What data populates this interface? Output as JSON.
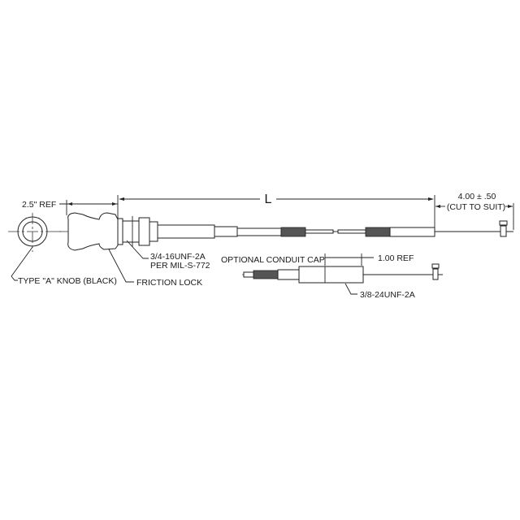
{
  "labels": {
    "knob_ref": "2.5\" REF",
    "length": "L",
    "tolerance": "4.00 ± .50",
    "cut_to_suit": "(CUT TO SUIT)",
    "thread_main": "3/4-16UNF-2A",
    "thread_spec": "PER MIL-S-772",
    "knob_type": "TYPE \"A\" KNOB (BLACK)",
    "friction_lock": "FRICTION LOCK",
    "optional_cap": "OPTIONAL CONDUIT CAP",
    "cap_ref": "1.00 REF",
    "cap_thread": "3/8-24UNF-2A"
  }
}
